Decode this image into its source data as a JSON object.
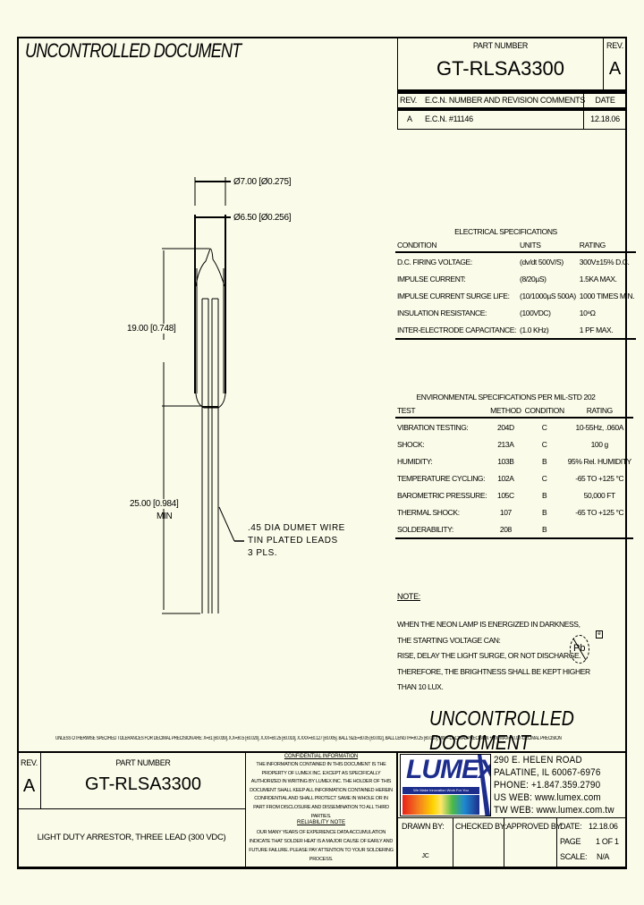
{
  "header": {
    "uncontrolled_top": "UNCONTROLLED DOCUMENT",
    "part_number_label": "PART NUMBER",
    "part_number": "GT-RLSA3300",
    "rev_label": "REV.",
    "rev_value": "A"
  },
  "revision_table": {
    "columns": [
      "REV.",
      "E.C.N. NUMBER AND REVISION COMMENTS",
      "DATE"
    ],
    "rows": [
      {
        "rev": "A",
        "comment": "E.C.N. #11146",
        "date": "12.18.06"
      }
    ]
  },
  "drawing": {
    "dim_outer_diameter": "Ø7.00 [Ø0.275]",
    "dim_inner_diameter": "Ø6.50 [Ø0.256]",
    "dim_body_length": "19.00 [0.748]",
    "dim_lead_length": "25.00 [0.984]",
    "dim_lead_length_note": "MIN",
    "lead_note_line1": ".45 DIA DUMET WIRE",
    "lead_note_line2": "TIN PLATED LEADS",
    "lead_note_line3": "3 PLS."
  },
  "electrical_specs": {
    "title": "ELECTRICAL SPECIFICATIONS",
    "columns": [
      "CONDITION",
      "UNITS",
      "RATING"
    ],
    "rows": [
      {
        "condition": "D.C. FIRING VOLTAGE:",
        "units": "(dv/dt 500V/S)",
        "rating": "300V±15% D.C."
      },
      {
        "condition": "IMPULSE CURRENT:",
        "units": "(8/20µS)",
        "rating": "1.5KA MAX."
      },
      {
        "condition": "IMPULSE CURRENT SURGE LIFE:",
        "units": "(10/1000µS 500A)",
        "rating": "1000 TIMES MIN."
      },
      {
        "condition": "INSULATION RESISTANCE:",
        "units": "(100VDC)",
        "rating": "10⁸Ω"
      },
      {
        "condition": "INTER-ELECTRODE CAPACITANCE:",
        "units": "(1.0 KHz)",
        "rating": "1 PF MAX."
      }
    ]
  },
  "environmental_specs": {
    "title": "ENVIRONMENTAL SPECIFICATIONS PER MIL-STD 202",
    "columns": [
      "TEST",
      "METHOD",
      "CONDITION",
      "RATING"
    ],
    "rows": [
      {
        "test": "VIBRATION TESTING:",
        "method": "204D",
        "condition": "C",
        "rating": "10-55Hz, .060A"
      },
      {
        "test": "SHOCK:",
        "method": "213A",
        "condition": "C",
        "rating": "100 g"
      },
      {
        "test": "HUMIDITY:",
        "method": "103B",
        "condition": "B",
        "rating": "95% Rel. HUMIDITY"
      },
      {
        "test": "TEMPERATURE CYCLING:",
        "method": "102A",
        "condition": "C",
        "rating": "-65 TO +125 °C"
      },
      {
        "test": "BAROMETRIC PRESSURE:",
        "method": "105C",
        "condition": "B",
        "rating": "50,000 FT"
      },
      {
        "test": "THERMAL SHOCK:",
        "method": "107",
        "condition": "B",
        "rating": "-65 TO +125 °C"
      },
      {
        "test": "SOLDERABILITY:",
        "method": "208",
        "condition": "B",
        "rating": ""
      }
    ]
  },
  "note": {
    "label": "NOTE:",
    "lines": [
      "WHEN THE NEON LAMP IS ENERGIZED IN DARKNESS,",
      "THE STARTING VOLTAGE CAN:",
      "RISE, DELAY THE LIGHT SURGE, OR NOT DISCHARGE.",
      "THEREFORE, THE BRIGHTNESS SHALL BE KEPT HIGHER",
      "THAN 10 LUX."
    ],
    "rohs_symbol": "Pb",
    "rohs_mark": "e"
  },
  "uncontrolled_bottom": "UNCONTROLLED DOCUMENT",
  "tolerance_note": "UNLESS OTHERWISE SPECIFIED TOLERANCES FOR DECIMAL PRECISION ARE: X=±1 [±0.039], X.X=±0.5 [±0.020], X.XX=±0.25 [±0.010], X.XXX=±0.127 [±0.005]. BALL SIZE=±0.05 [±0.002], BALL LENGTH=±0.25 [±0.010], MIN=-DECIMAL PRECISION +0.00  MAX=+0.00 -DECIMAL PRECISION",
  "title_block": {
    "rev_label": "REV.",
    "rev_value": "A",
    "part_number_label": "PART NUMBER",
    "part_number": "GT-RLSA3300",
    "description": "LIGHT DUTY ARRESTOR, THREE LEAD (300 VDC)",
    "confidential_title": "CONFIDENTIAL INFORMATION",
    "confidential_text": "THE INFORMATION CONTAINED IN THIS DOCUMENT IS THE PROPERTY OF LUMEX INC. EXCEPT AS SPECIFICALLY AUTHORIZED IN WRITING BY LUMEX INC. THE HOLDER OF THIS DOCUMENT SHALL KEEP ALL INFORMATION CONTAINED HEREIN CONFIDENTIAL AND SHALL PROTECT SAME IN WHOLE OR IN PART FROM DISCLOSURE AND DISSEMINATION TO ALL THIRD PARTIES.",
    "reliability_title": "RELIABILITY NOTE",
    "reliability_text": "OUR MANY YEARS OF EXPERIENCE DATA ACCUMULATION INDICATE THAT SOLDER HEAT IS A MAJOR CAUSE OF EARLY AND FUTURE FAILURE. PLEASE PAY ATTENTION TO YOUR SOLDERING PROCESS.",
    "logo_text": "LUMEX",
    "logo_tagline": "We Make Innovation Work For You",
    "address": {
      "street": "290 E. HELEN ROAD",
      "city": "PALATINE, IL  60067-6976",
      "phone": "PHONE: +1.847.359.2790",
      "us_web": "US WEB: www.lumex.com",
      "tw_web": "TW WEB: www.lumex.com.tw"
    },
    "drawn_by_label": "DRAWN BY:",
    "drawn_by": "JC",
    "checked_by_label": "CHECKED BY:",
    "checked_by": "",
    "approved_by_label": "APPROVED BY:",
    "approved_by": "",
    "date_label": "DATE:",
    "date_value": "12.18.06",
    "page_label": "PAGE",
    "page_value": "1 OF 1",
    "scale_label": "SCALE:",
    "scale_value": "N/A"
  }
}
